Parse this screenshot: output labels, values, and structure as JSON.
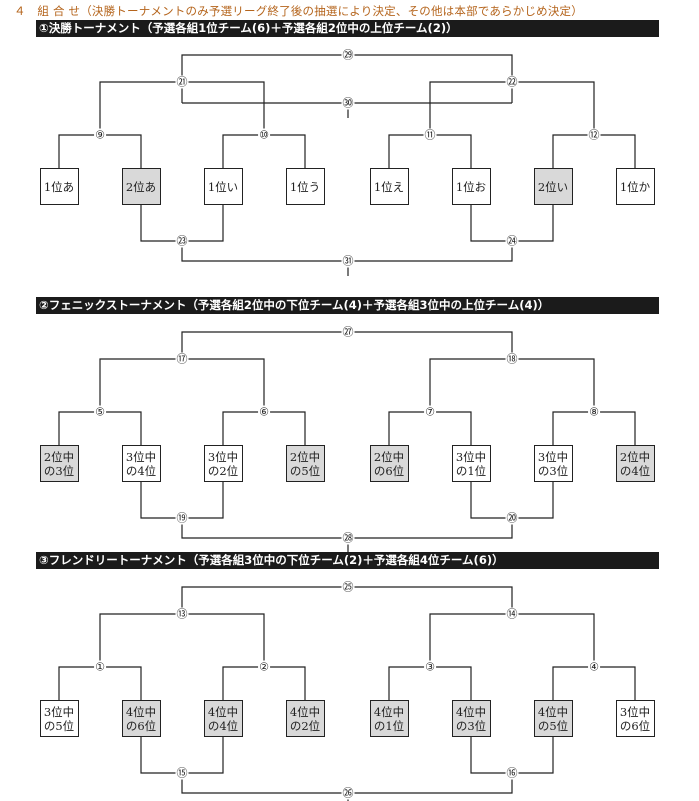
{
  "title": "４　組 合 せ（決勝トーナメントのみ予選リーグ終了後の抽選により決定、その他は本部であらかじめ決定）",
  "sections": [
    {
      "header": "①決勝トーナメント（予選各組1位チーム(6)＋予選各組2位中の上位チーム(2)）",
      "teams": [
        {
          "label": "1位あ",
          "gray": false
        },
        {
          "label": "2位あ",
          "gray": true
        },
        {
          "label": "1位い",
          "gray": false
        },
        {
          "label": "1位う",
          "gray": false
        },
        {
          "label": "1位え",
          "gray": false
        },
        {
          "label": "1位お",
          "gray": false
        },
        {
          "label": "2位い",
          "gray": true
        },
        {
          "label": "1位か",
          "gray": false
        }
      ],
      "matches": {
        "q1": "⑨",
        "q2": "⑩",
        "q3": "⑪",
        "q4": "⑫",
        "s1": "㉑",
        "s2": "㉒",
        "final": "㉙",
        "third": "㉚",
        "c1": "㉓",
        "c2": "㉔",
        "cfinal": "㉛"
      }
    },
    {
      "header": "②フェニックストーナメント（予選各組2位中の下位チーム(4)＋予選各組3位中の上位チーム(4)）",
      "teams": [
        {
          "label": "2位中\nの3位",
          "gray": true
        },
        {
          "label": "3位中\nの4位",
          "gray": false
        },
        {
          "label": "3位中\nの2位",
          "gray": false
        },
        {
          "label": "2位中\nの5位",
          "gray": true
        },
        {
          "label": "2位中\nの6位",
          "gray": true
        },
        {
          "label": "3位中\nの1位",
          "gray": false
        },
        {
          "label": "3位中\nの3位",
          "gray": false
        },
        {
          "label": "2位中\nの4位",
          "gray": true
        }
      ],
      "matches": {
        "q1": "⑤",
        "q2": "⑥",
        "q3": "⑦",
        "q4": "⑧",
        "s1": "⑰",
        "s2": "⑱",
        "final": "㉗",
        "third": "",
        "c1": "⑲",
        "c2": "⑳",
        "cfinal": "㉘"
      }
    },
    {
      "header": "③フレンドリートーナメント（予選各組3位中の下位チーム(2)＋予選各組4位チーム(6)）",
      "teams": [
        {
          "label": "3位中\nの5位",
          "gray": false
        },
        {
          "label": "4位中\nの6位",
          "gray": true
        },
        {
          "label": "4位中\nの4位",
          "gray": true
        },
        {
          "label": "4位中\nの2位",
          "gray": true
        },
        {
          "label": "4位中\nの1位",
          "gray": true
        },
        {
          "label": "4位中\nの3位",
          "gray": true
        },
        {
          "label": "4位中\nの5位",
          "gray": true
        },
        {
          "label": "3位中\nの6位",
          "gray": false
        }
      ],
      "matches": {
        "q1": "①",
        "q2": "②",
        "q3": "③",
        "q4": "④",
        "s1": "⑬",
        "s2": "⑭",
        "final": "㉕",
        "third": "",
        "c1": "⑮",
        "c2": "⑯",
        "cfinal": "㉖"
      }
    }
  ]
}
